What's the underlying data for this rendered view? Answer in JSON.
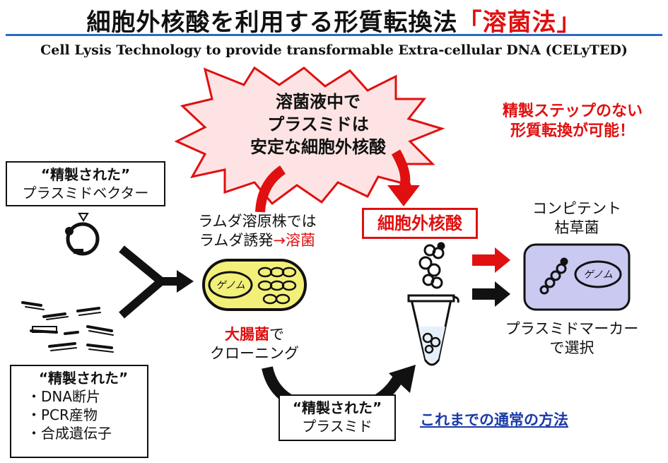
{
  "title": {
    "main": "細胞外核酸を利用する形質転換法",
    "highlight": "「溶菌法」"
  },
  "subtitle": "Cell Lysis Technology to provide transformable Extra-cellular DNA (CELyTED)",
  "burst": {
    "lines": [
      "溶菌液中で",
      "プラスミドは",
      "安定な細胞外核酸"
    ]
  },
  "side_note": {
    "lines": [
      "精製ステップのない",
      "形質転換が可能！"
    ]
  },
  "left_top_box": {
    "line1": "“精製された”",
    "line2": "プラスミドベクター"
  },
  "left_bottom_box": {
    "heading": "“精製された”",
    "items": [
      "・DNA断片",
      "・PCR産物",
      "・合成遺伝子"
    ]
  },
  "lambda_text": {
    "line1": "ラムダ溶原株では",
    "line2_prefix": "ラムダ誘発",
    "line2_red": "→溶菌"
  },
  "ecoli": {
    "genome_label": "ゲノム",
    "caption_red": "大腸菌",
    "caption_tail": "で",
    "caption_line2": "クローニング"
  },
  "extracellular_label": "細胞外核酸",
  "competent": {
    "line1": "コンピテント",
    "line2": "枯草菌",
    "genome_label": "ゲノム"
  },
  "marker_text": {
    "line1": "プラスミドマーカー",
    "line2": "で選択"
  },
  "purified_plasmid_box": {
    "line1": "“精製された”",
    "line2": "プラスミド"
  },
  "conventional_label": "これまでの通常の方法",
  "colors": {
    "accent_red": "#e01010",
    "title_rule_blue": "#2b6cc0",
    "ecoli_fill": "#f3f07a",
    "competent_fill": "#c9c9f2",
    "burst_fill": "#fde3e3",
    "link_blue": "#1a3aa8"
  }
}
